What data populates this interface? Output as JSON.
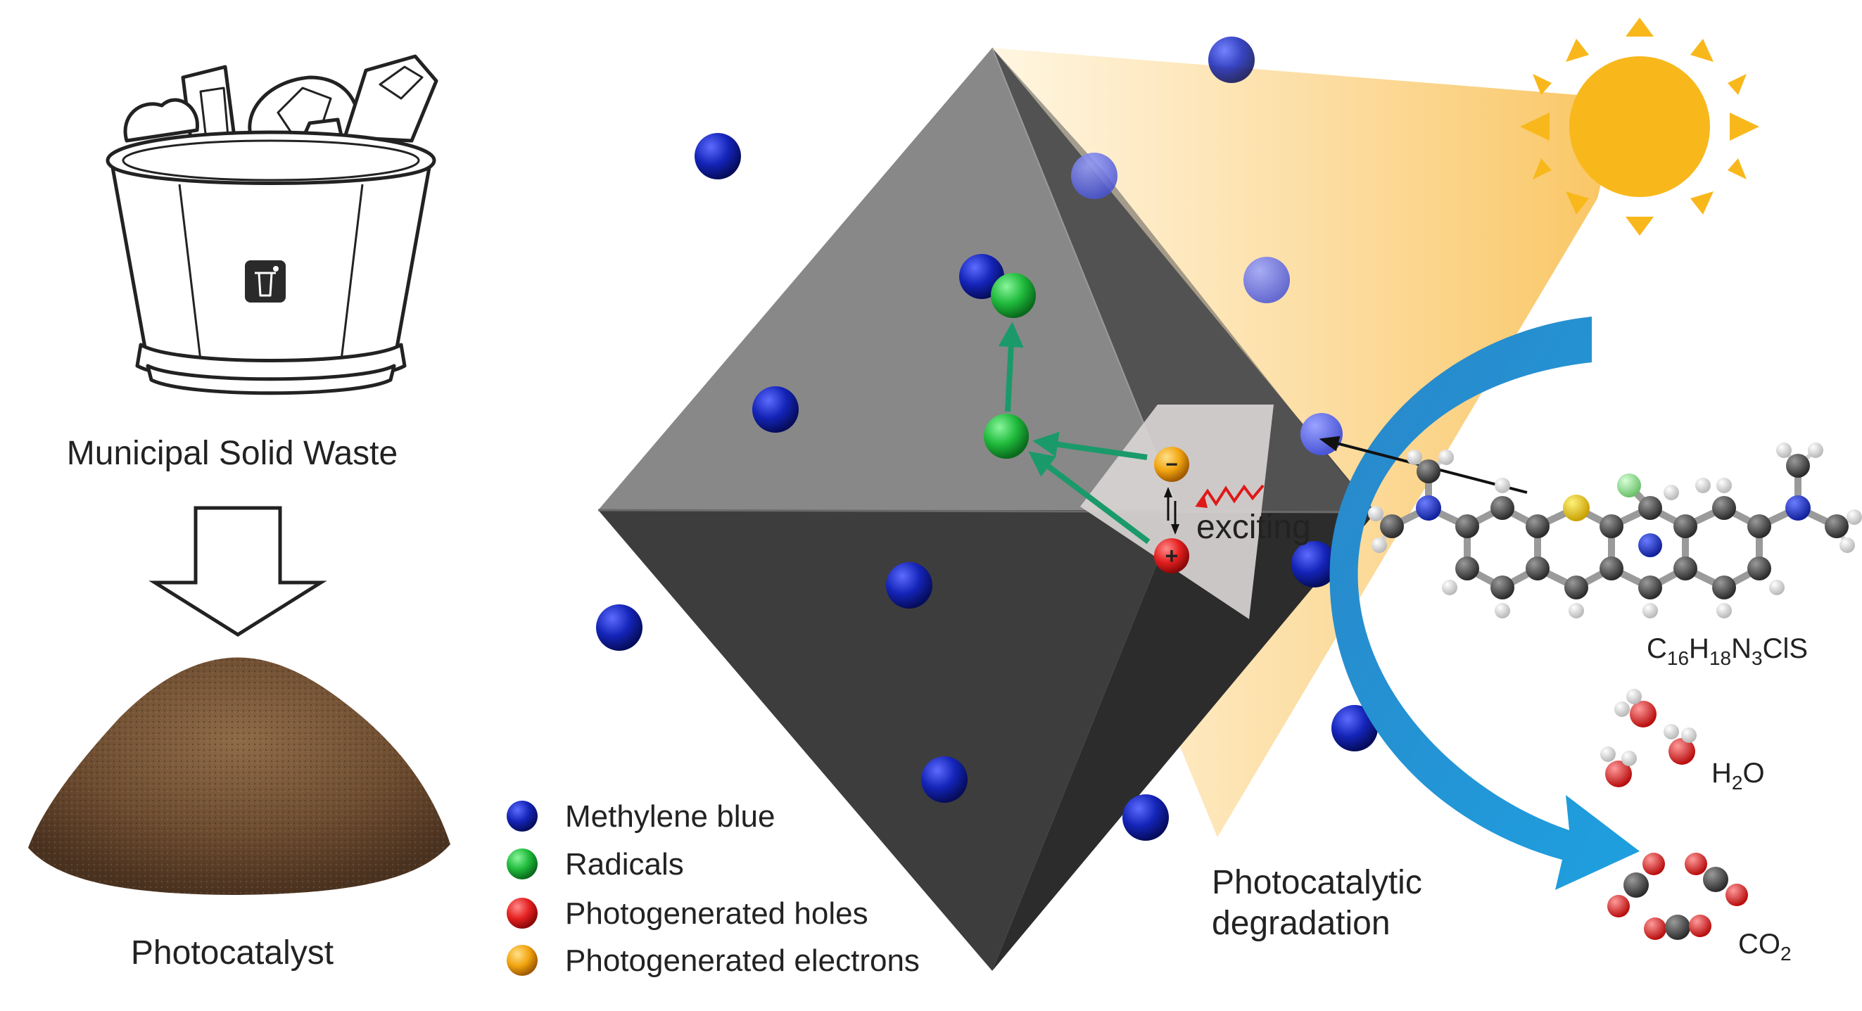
{
  "labels": {
    "waste": "Municipal Solid Waste",
    "photocatalyst": "Photocatalyst",
    "exciting": "exciting",
    "degradation_line1": "Photocatalytic",
    "degradation_line2": "degradation"
  },
  "formulas": {
    "methylene_blue": {
      "parts": [
        "C",
        "16",
        "H",
        "18",
        "N",
        "3",
        "ClS"
      ]
    },
    "water": {
      "parts": [
        "H",
        "2",
        "O"
      ]
    },
    "carbon_dioxide": {
      "parts": [
        "CO",
        "2"
      ]
    }
  },
  "legend": [
    {
      "label": "Methylene blue",
      "color": "#0a1aa8"
    },
    {
      "label": "Radicals",
      "color": "#1db83a"
    },
    {
      "label": "Photogenerated holes",
      "color": "#e62020"
    },
    {
      "label": "Photogenerated electrons",
      "color": "#f0a010"
    }
  ],
  "charges": {
    "electron": "−",
    "hole": "+"
  },
  "colors": {
    "methylene_blue": "#0a1aa8",
    "radical": "#1db83a",
    "hole": "#e62020",
    "electron": "#f0a010",
    "octahedron_light": "#8a8a8a",
    "octahedron_dark": "#3c3c3c",
    "sun": "#f8b81c",
    "arrow_curve": "#1e8fc8",
    "arrow_green": "#1a9a6a",
    "exciting_red": "#e01818"
  }
}
